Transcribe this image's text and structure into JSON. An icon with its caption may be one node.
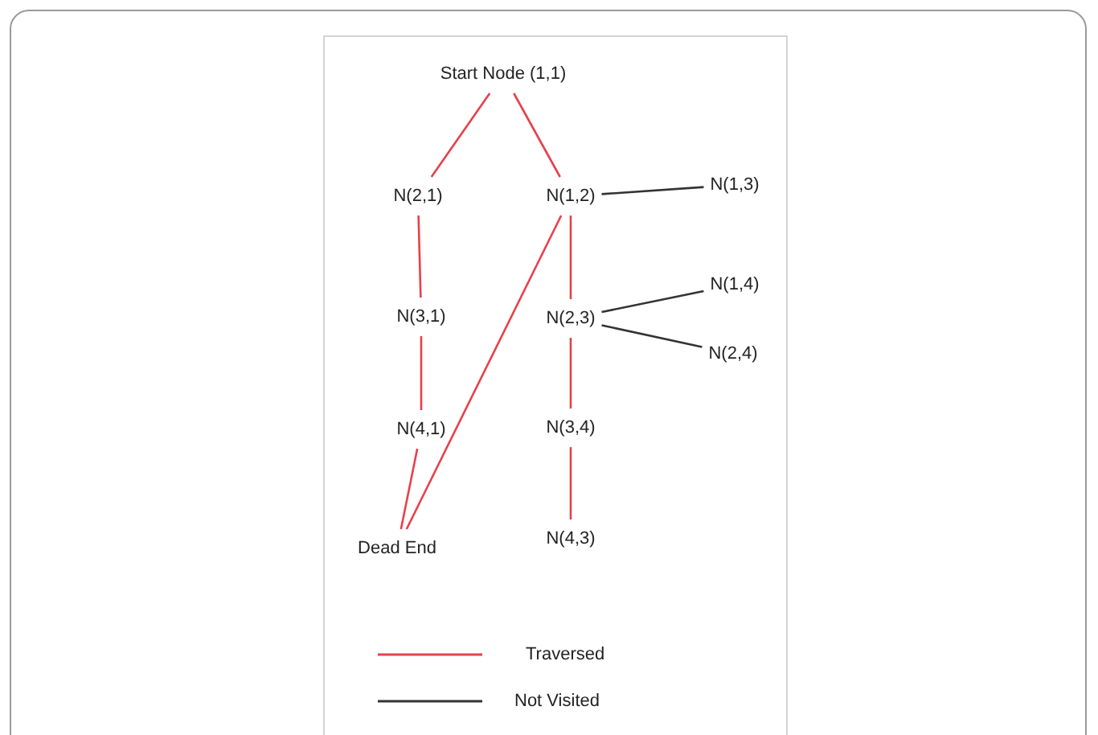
{
  "diagram": {
    "nodes": [
      {
        "text": [
          "Start Node (1,1)"
        ]
      },
      {
        "text": [
          "N(2,1)"
        ]
      },
      {
        "text": [
          "N(1,2)"
        ]
      },
      {
        "text": [
          "N(1,3)"
        ]
      },
      {
        "text": [
          "N(3,1)"
        ]
      },
      {
        "text": [
          "N(2,3)"
        ]
      },
      {
        "text": [
          "N(1,4)"
        ]
      },
      {
        "text": [
          "N(2,4)"
        ]
      },
      {
        "text": [
          "N(4,1)"
        ]
      },
      {
        "text": [
          "N(3,4)"
        ]
      },
      {
        "text": [
          "N(4,3)"
        ]
      },
      {
        "text": [
          "Dead End"
        ]
      }
    ],
    "edges": [
      {
        "from": 0,
        "to": 1,
        "arrow": "none"
      },
      {
        "from": 0,
        "to": 2,
        "arrow": "none"
      },
      {
        "from": 1,
        "to": 4,
        "arrow": "none"
      },
      {
        "from": 4,
        "to": 8,
        "arrow": "none"
      },
      {
        "from": 8,
        "to": 11,
        "arrow": "none"
      },
      {
        "from": 11,
        "to": 2,
        "arrow": "none"
      },
      {
        "from": 2,
        "to": 5,
        "arrow": "none"
      },
      {
        "from": 5,
        "to": 9,
        "arrow": "none"
      },
      {
        "from": 9,
        "to": 10,
        "arrow": "none"
      },
      {
        "from": 2,
        "to": 3,
        "arrow": "none",
        "color": "#333333"
      },
      {
        "from": 5,
        "to": 6,
        "arrow": "none",
        "color": "#333333"
      },
      {
        "from": 5,
        "to": 7,
        "arrow": "none",
        "color": "#333333"
      }
    ],
    "legend": [
      {
        "text": "Traversed"
      },
      {
        "text": "Not Visited"
      }
    ]
  }
}
